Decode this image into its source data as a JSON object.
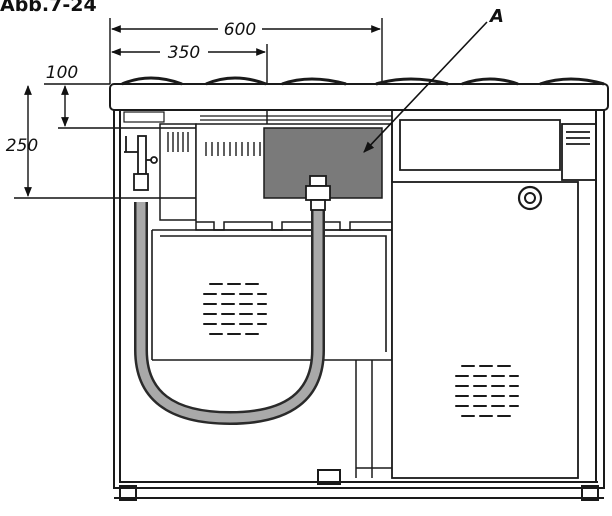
{
  "figure": {
    "title": "Abb.7-24",
    "dimensions": {
      "width_total": "600",
      "width_partial": "350",
      "height_top": "100",
      "height_total": "250"
    },
    "callout": "A"
  },
  "colors": {
    "line": "#1a1a1a",
    "panel": "#ffffff",
    "marked_zone": "#7a7a7a",
    "hose_outer": "#2a2a2a",
    "hose_inner": "#a9a9a9"
  }
}
